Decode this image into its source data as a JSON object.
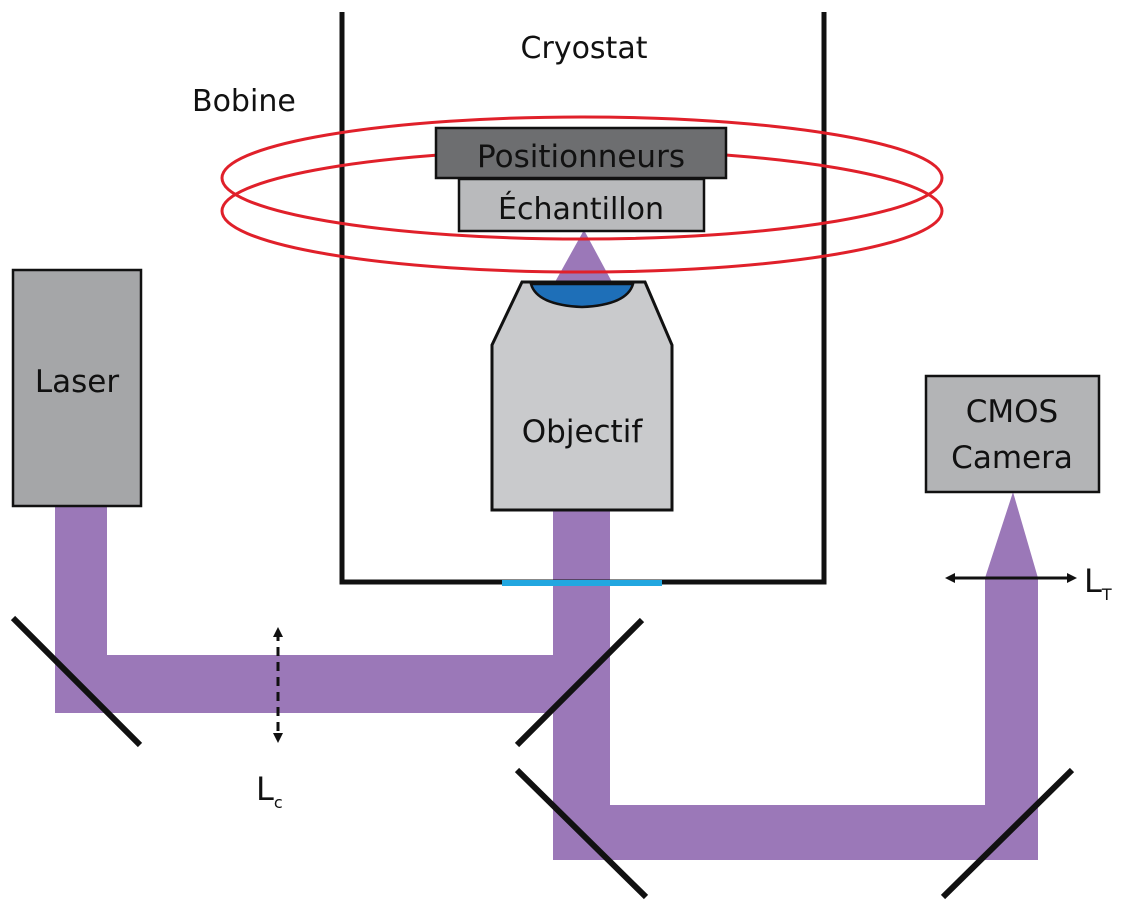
{
  "labels": {
    "cryostat": "Cryostat",
    "coil": "Bobine",
    "positioners": "Positionneurs",
    "sample": "Échantillon",
    "laser": "Laser",
    "objective": "Objectif",
    "camera_line1": "CMOS",
    "camera_line2": "Camera",
    "lens_c_main": "L",
    "lens_c_sub": "c",
    "lens_t_main": "L",
    "lens_t_sub": "T"
  },
  "colors": {
    "beam": "#9b78b8",
    "coil": "#e0202a",
    "window": "#22a7e0",
    "lens_blue": "#1e6fb8",
    "laser_box": "#a5a6a8",
    "positioner_box": "#6d6e70",
    "sample_box": "#b9babc",
    "objective_body": "#c9cacc",
    "camera_box": "#b3b4b6",
    "line": "#111111"
  }
}
